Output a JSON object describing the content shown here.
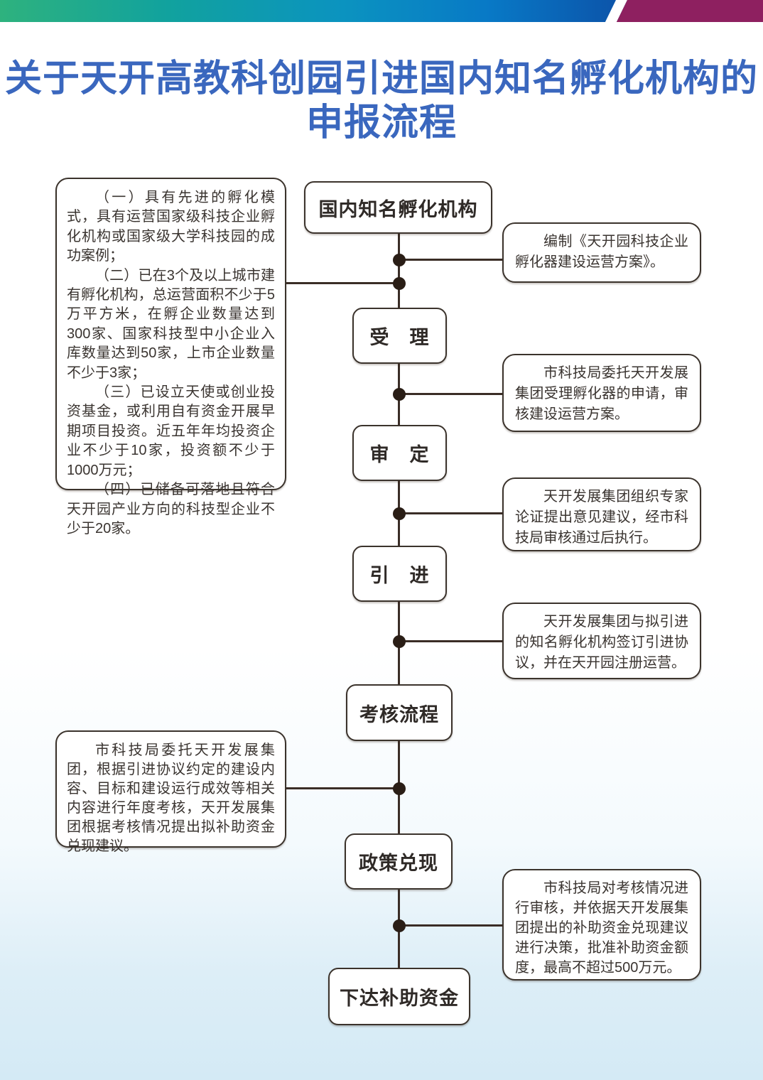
{
  "header": {
    "title_line1": "关于天开高教科创园引进国内知名孵化机构的",
    "title_line2": "申报流程"
  },
  "colors": {
    "title_blue": "#3A67BE",
    "topbar_gradient_start_green": "#2EB27E",
    "topbar_gradient_end_navy": "#0A2F80",
    "topbar_magenta_accent": "#8E2060",
    "connector_line": "#3A2D26",
    "box_border": "#3B332C",
    "background_bottom_blue": "#D4EAF5"
  },
  "flow": {
    "steps": [
      {
        "label": "国内知名孵化机构"
      },
      {
        "label": "受　理"
      },
      {
        "label": "审　定"
      },
      {
        "label": "引　进"
      },
      {
        "label": "考核流程"
      },
      {
        "label": "政策兑现"
      },
      {
        "label": "下达补助资金"
      }
    ],
    "left_notes": [
      {
        "paragraphs": [
          "（一）具有先进的孵化模式，具有运营国家级科技企业孵化机构或国家级大学科技园的成功案例；",
          "（二）已在3个及以上城市建有孵化机构，总运营面积不少于5万平方米，在孵企业数量达到300家、国家科技型中小企业入库数量达到50家，上市企业数量不少于3家；",
          "（三）已设立天使或创业投资基金，或利用自有资金开展早期项目投资。近五年年均投资企业不少于10家，投资额不少于1000万元；",
          "（四）已储备可落地且符合天开园产业方向的科技型企业不少于20家。"
        ]
      },
      {
        "text": "市科技局委托天开发展集团，根据引进协议约定的建设内容、目标和建设运行成效等相关内容进行年度考核，天开发展集团根据考核情况提出拟补助资金兑现建议。"
      }
    ],
    "right_notes": [
      {
        "text": "编制《天开园科技企业孵化器建设运营方案》。"
      },
      {
        "text": "市科技局委托天开发展集团受理孵化器的申请，审核建设运营方案。"
      },
      {
        "text": "天开发展集团组织专家论证提出意见建议，经市科技局审核通过后执行。"
      },
      {
        "text": "天开发展集团与拟引进的知名孵化机构签订引进协议，并在天开园注册运营。"
      },
      {
        "text": "市科技局对考核情况进行审核，并依据天开发展集团提出的补助资金兑现建议进行决策，批准补助资金额度，最高不超过500万元。"
      }
    ]
  }
}
